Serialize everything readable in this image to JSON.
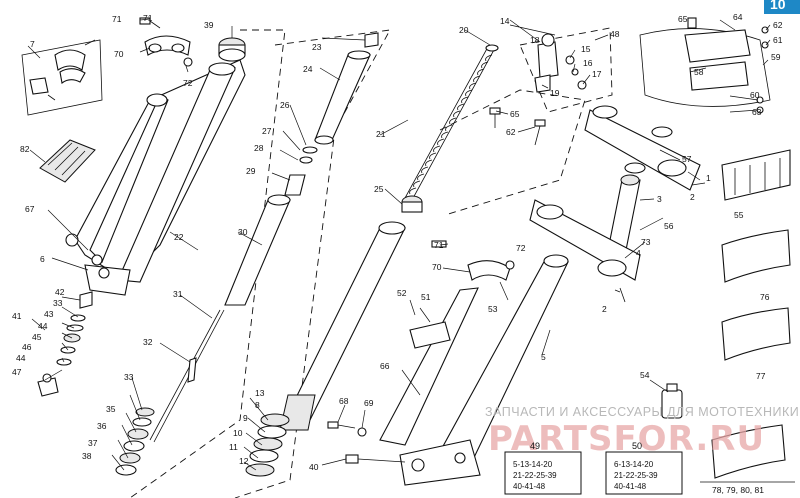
{
  "page_tab": "10",
  "watermark": {
    "caption": "ЗАПЧАСТИ И АКСЕССУАРЫ ДЛЯ МОТОТЕХНИКИ",
    "logo_text": "PARTSFOR.RU"
  },
  "kits": [
    {
      "number": "49",
      "lines": [
        "5-13-14-20",
        "21-22-25-39",
        "40-41-48"
      ]
    },
    {
      "number": "50",
      "lines": [
        "6-13-14-20",
        "21-22-25-39",
        "40-41-48"
      ]
    }
  ],
  "bottom_right_caption": "78, 79, 80, 81",
  "callouts": {
    "c1": "1",
    "c2a": "2",
    "c2b": "2",
    "c3": "3",
    "c4": "4",
    "c5": "5",
    "c6": "6",
    "c7": "7",
    "c8": "8",
    "c9": "9",
    "c10": "10",
    "c11": "11",
    "c12": "12",
    "c13": "13",
    "c14": "14",
    "c15": "15",
    "c16": "16",
    "c17": "17",
    "c18": "18",
    "c19": "19",
    "c20": "20",
    "c21": "21",
    "c22": "22",
    "c23": "23",
    "c24": "24",
    "c25": "25",
    "c26": "26",
    "c27": "27",
    "c28": "28",
    "c29": "29",
    "c30": "30",
    "c31": "31",
    "c32": "32",
    "c33a": "33",
    "c33b": "33",
    "c35": "35",
    "c36": "36",
    "c37": "37",
    "c38": "38",
    "c39": "39",
    "c40": "40",
    "c41": "41",
    "c42": "42",
    "c43": "43",
    "c44a": "44",
    "c44b": "44",
    "c45": "45",
    "c46": "46",
    "c47": "47",
    "c48": "48",
    "c51": "51",
    "c52": "52",
    "c53": "53",
    "c54": "54",
    "c55": "55",
    "c56": "56",
    "c57": "57",
    "c58": "58",
    "c59": "59",
    "c60": "60",
    "c61": "61",
    "c62a": "62",
    "c62b": "62",
    "c63": "63",
    "c64": "64",
    "c65a": "65",
    "c65b": "65",
    "c66": "66",
    "c67": "67",
    "c68": "68",
    "c69": "69",
    "c70a": "70",
    "c70b": "70",
    "c71a": "71",
    "c71b": "71",
    "c72a": "72",
    "c72b": "72",
    "c73": "73",
    "c76": "76",
    "c77": "77",
    "c82": "82"
  }
}
